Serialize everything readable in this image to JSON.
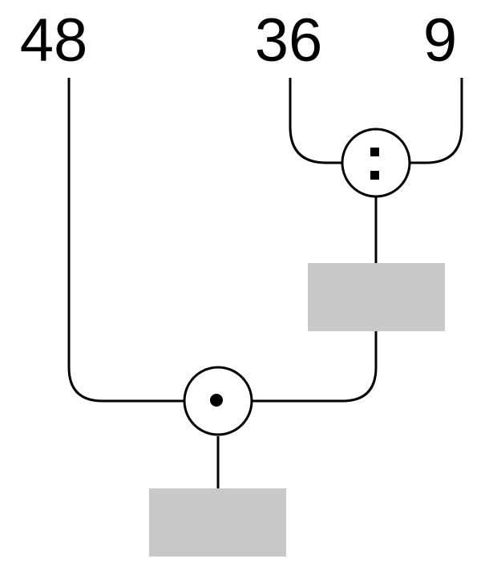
{
  "colors": {
    "line": "#000000",
    "answer_box": "#c8c8c8",
    "background": "#ffffff"
  },
  "inputs": {
    "first": "48",
    "second": "36",
    "third": "9"
  },
  "operators": {
    "division": {
      "icon": "division-colon-icon"
    },
    "multiplication": {
      "icon": "multiplication-dot-icon"
    }
  },
  "answer_boxes": {
    "intermediate": {
      "value": ""
    },
    "final": {
      "value": ""
    }
  }
}
